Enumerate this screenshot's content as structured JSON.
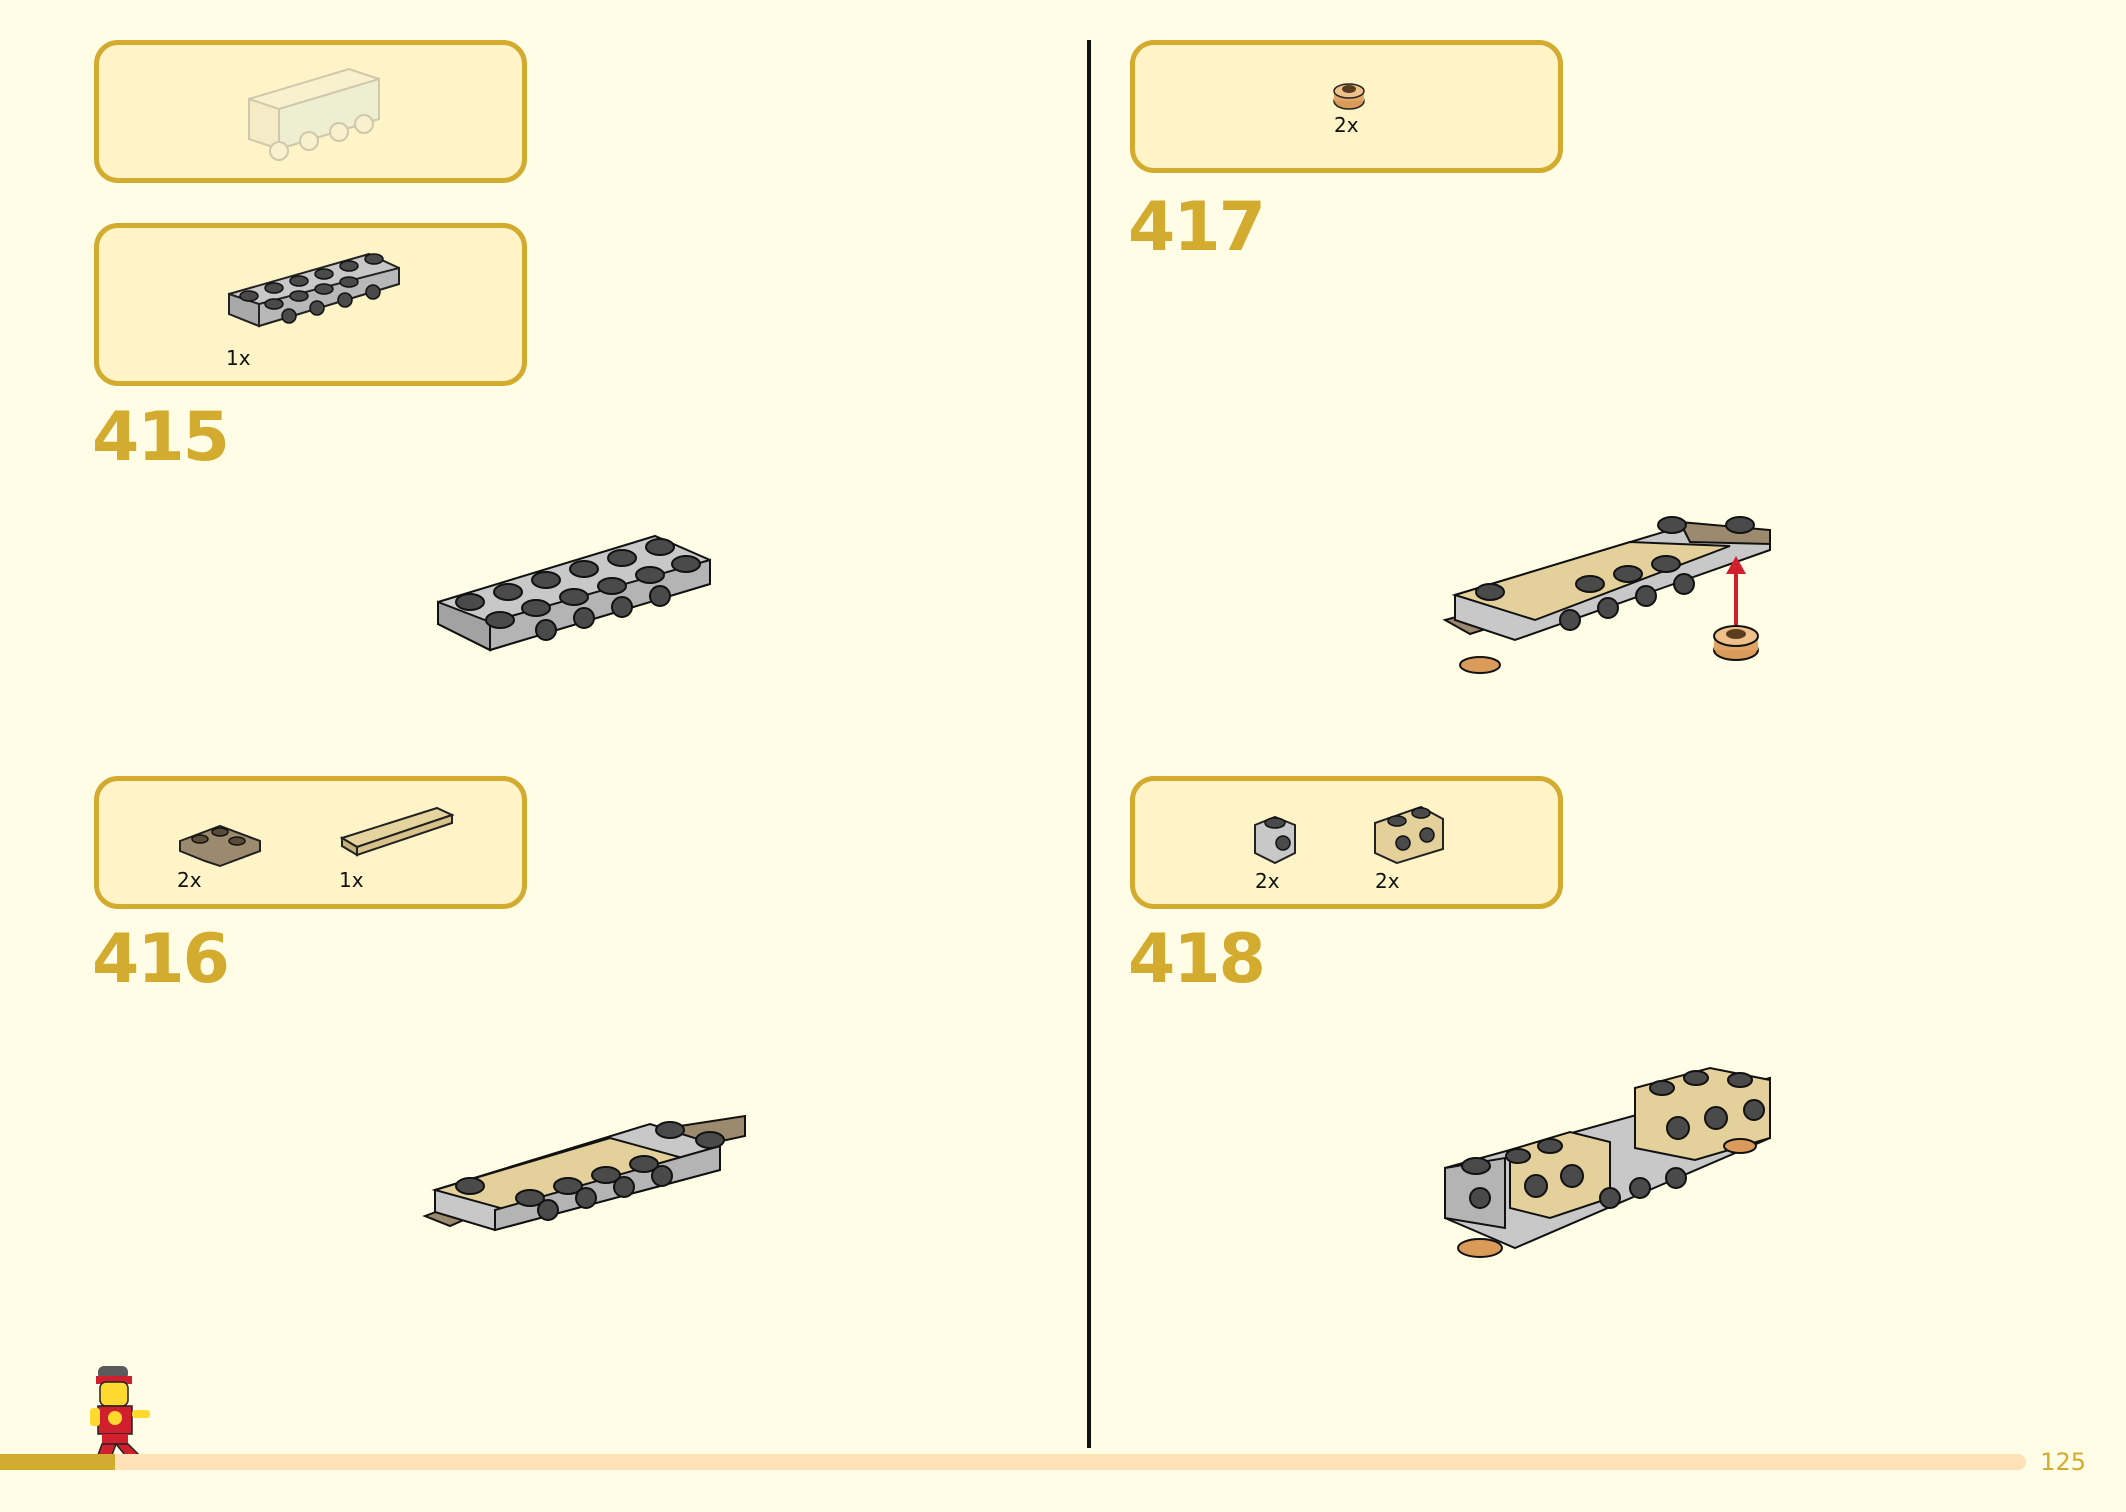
{
  "page": {
    "number": "125",
    "progress": 0.057
  },
  "steps": [
    {
      "number": "415",
      "parts": [
        {
          "qty": "1x",
          "name": "grey-plate-with-side-studs"
        }
      ]
    },
    {
      "number": "416",
      "parts": [
        {
          "qty": "2x",
          "name": "dark-tan-corner-plate"
        },
        {
          "qty": "1x",
          "name": "tan-tile-1x6"
        }
      ]
    },
    {
      "number": "417",
      "parts": [
        {
          "qty": "2x",
          "name": "round-plate-nougat"
        }
      ]
    },
    {
      "number": "418",
      "parts": [
        {
          "qty": "2x",
          "name": "grey-brick-1x1-side-stud"
        },
        {
          "qty": "2x",
          "name": "tan-brick-1x2-side-studs"
        }
      ]
    }
  ],
  "colors": {
    "accent": "#d2ab2f",
    "background": "#fffde6",
    "callout": "#fff4c8",
    "progress_track": "#ffe2b8",
    "arrow": "#d0202e"
  }
}
